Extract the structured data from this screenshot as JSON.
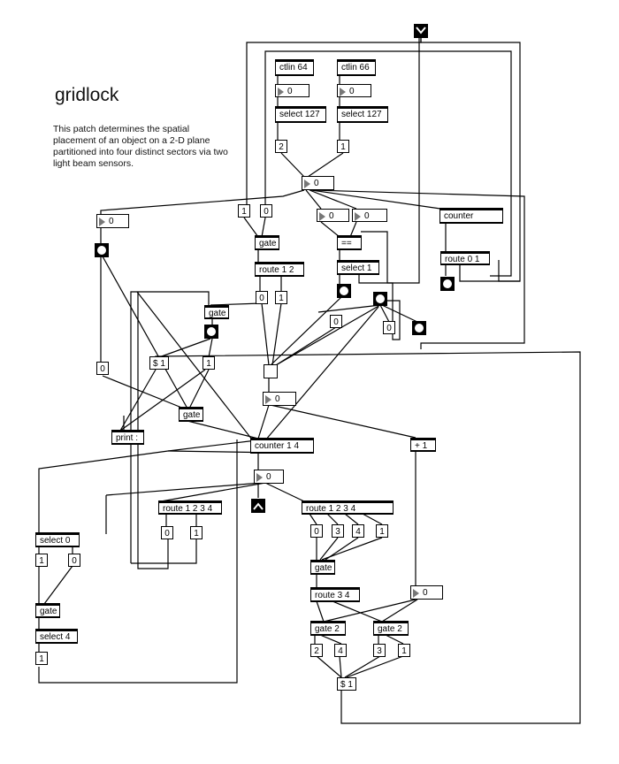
{
  "title": "gridlock",
  "description": "This patch determines the spatial placement of an object on a 2-D plane partitioned into four distinct sectors via two light beam sensors.",
  "objects": {
    "ctlin64": "ctlin 64",
    "ctlin66": "ctlin 66",
    "num_ctl64": "0",
    "num_ctl66": "0",
    "select127a": "select 127",
    "select127b": "select 127",
    "msg2_top": "2",
    "msg1_top": "1",
    "num_center": "0",
    "num_left": "0",
    "msg1_left": "1",
    "msg0_left": "0",
    "num_eq_a": "0",
    "num_eq_b": "0",
    "counter_top": "counter",
    "gate_top": "gate",
    "eqeq": "==",
    "route12": "route 1 2",
    "select1": "select 1",
    "route01": "route 0 1",
    "msg0_r12": "0",
    "msg1_r12": "1",
    "gate_mid": "gate",
    "msg0_mid": "0",
    "msg0_right": "0",
    "msg0_lower": "0",
    "dollar1": "$ 1",
    "msg1_mid": "1",
    "gate_low": "gate",
    "print": "print :",
    "num_mid": "0",
    "counter14": "counter 1 4",
    "plus1": "+ 1",
    "num_counter": "0",
    "route1234a": "route 1 2 3 4",
    "route1234b": "route 1 2 3 4",
    "msg0_ra": "0",
    "msg1_ra": "1",
    "msg0_rb": "0",
    "msg3_rb": "3",
    "msg4_rb": "4",
    "msg1_rb": "1",
    "select0": "select 0",
    "msg1_s0": "1",
    "msg0_s0": "0",
    "gate_rb": "gate",
    "route34": "route 3 4",
    "num_plus": "0",
    "gate_s0": "gate",
    "gate2a": "gate 2",
    "gate2b": "gate 2",
    "select4": "select 4",
    "msg1_s4": "1",
    "msg2_g": "2",
    "msg4_g": "4",
    "msg3_g": "3",
    "msg1_g": "1",
    "dollar1_bottom": "$ 1"
  }
}
